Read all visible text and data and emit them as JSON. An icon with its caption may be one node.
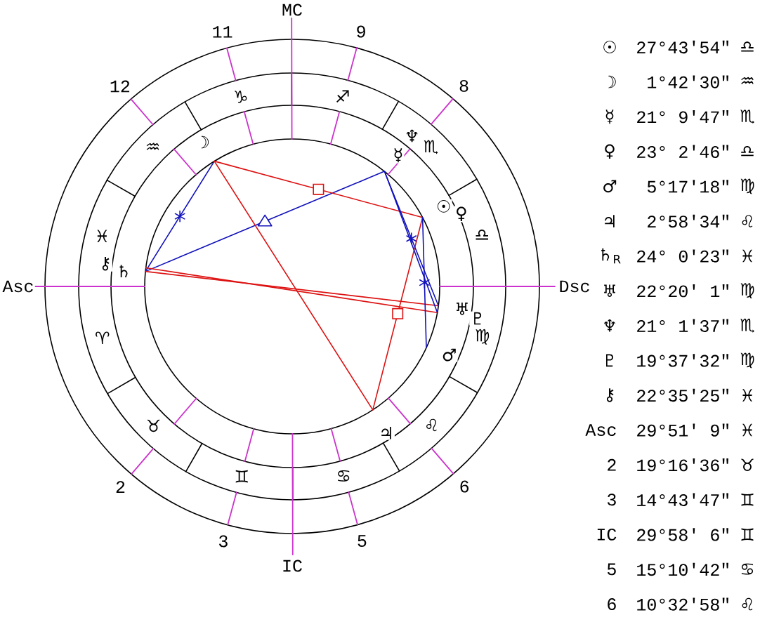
{
  "diagram": {
    "labels": [
      "MC",
      "11",
      "9",
      "12",
      "♑",
      "♐",
      "8",
      "♒",
      "☽",
      "♆",
      "♏",
      "☿",
      "☉",
      "♀",
      "♓",
      "♎",
      "⚷",
      "♄",
      "Asc",
      "Dsc",
      "♅",
      "♇",
      "♈",
      "♍",
      "♂",
      "♉",
      "♌",
      "♃",
      "♊",
      "♋",
      "2",
      "6",
      "3",
      "5",
      "IC",
      "☉",
      "27°43'54\"",
      "♎",
      "☽",
      "1°42'30\"",
      "♒",
      "☿",
      "21° 9'47\"",
      "♏",
      "♀",
      "23° 2'46\"",
      "♎",
      "♂",
      "5°17'18\"",
      "♍",
      "♃",
      "2°58'34\"",
      "♌",
      "♄$_{R}$",
      "24° 0'23\"",
      "♓",
      "♅",
      "22°20' 1\"",
      "♍",
      "♆",
      "21° 1'37\"",
      "♏",
      "♇",
      "19°37'32\"",
      "♍",
      "⚷",
      "22°35'25\"",
      "♓",
      "Asc",
      "29°51' 9\"",
      "♓",
      "2",
      "19°16'36\"",
      "♉",
      "3",
      "14°43'47\"",
      "♊",
      "IC",
      "29°58' 6\"",
      "♊",
      "5",
      "15°10'42\"",
      "♋",
      "6",
      "10°32'58\"",
      "♌"
    ]
  }
}
